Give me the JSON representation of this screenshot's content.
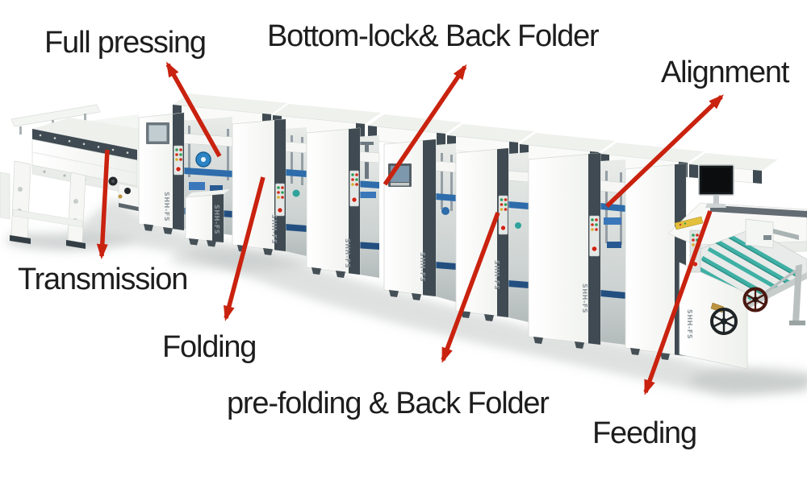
{
  "machine": {
    "brand": "SHH-FS"
  },
  "annotations": [
    {
      "id": "full-pressing",
      "label": "Full pressing"
    },
    {
      "id": "bottom-lock-back-folder",
      "label": "Bottom-lock& Back Folder"
    },
    {
      "id": "alignment",
      "label": "Alignment"
    },
    {
      "id": "transmission",
      "label": "Transmission"
    },
    {
      "id": "folding",
      "label": "Folding"
    },
    {
      "id": "pre-folding-back-folder",
      "label": "pre-folding & Back Folder"
    },
    {
      "id": "feeding",
      "label": "Feeding"
    }
  ],
  "colors": {
    "arrow_red": "#c9220f",
    "label_text": "#1d1d1d",
    "machine_trim": "#3f4a52",
    "machinery_blue": "#2e6cab",
    "roller_teal": "#3fb0a5",
    "panel_white": "#fafbf9",
    "shadow_gray": "#bdc3c2",
    "background": "#ffffff"
  }
}
